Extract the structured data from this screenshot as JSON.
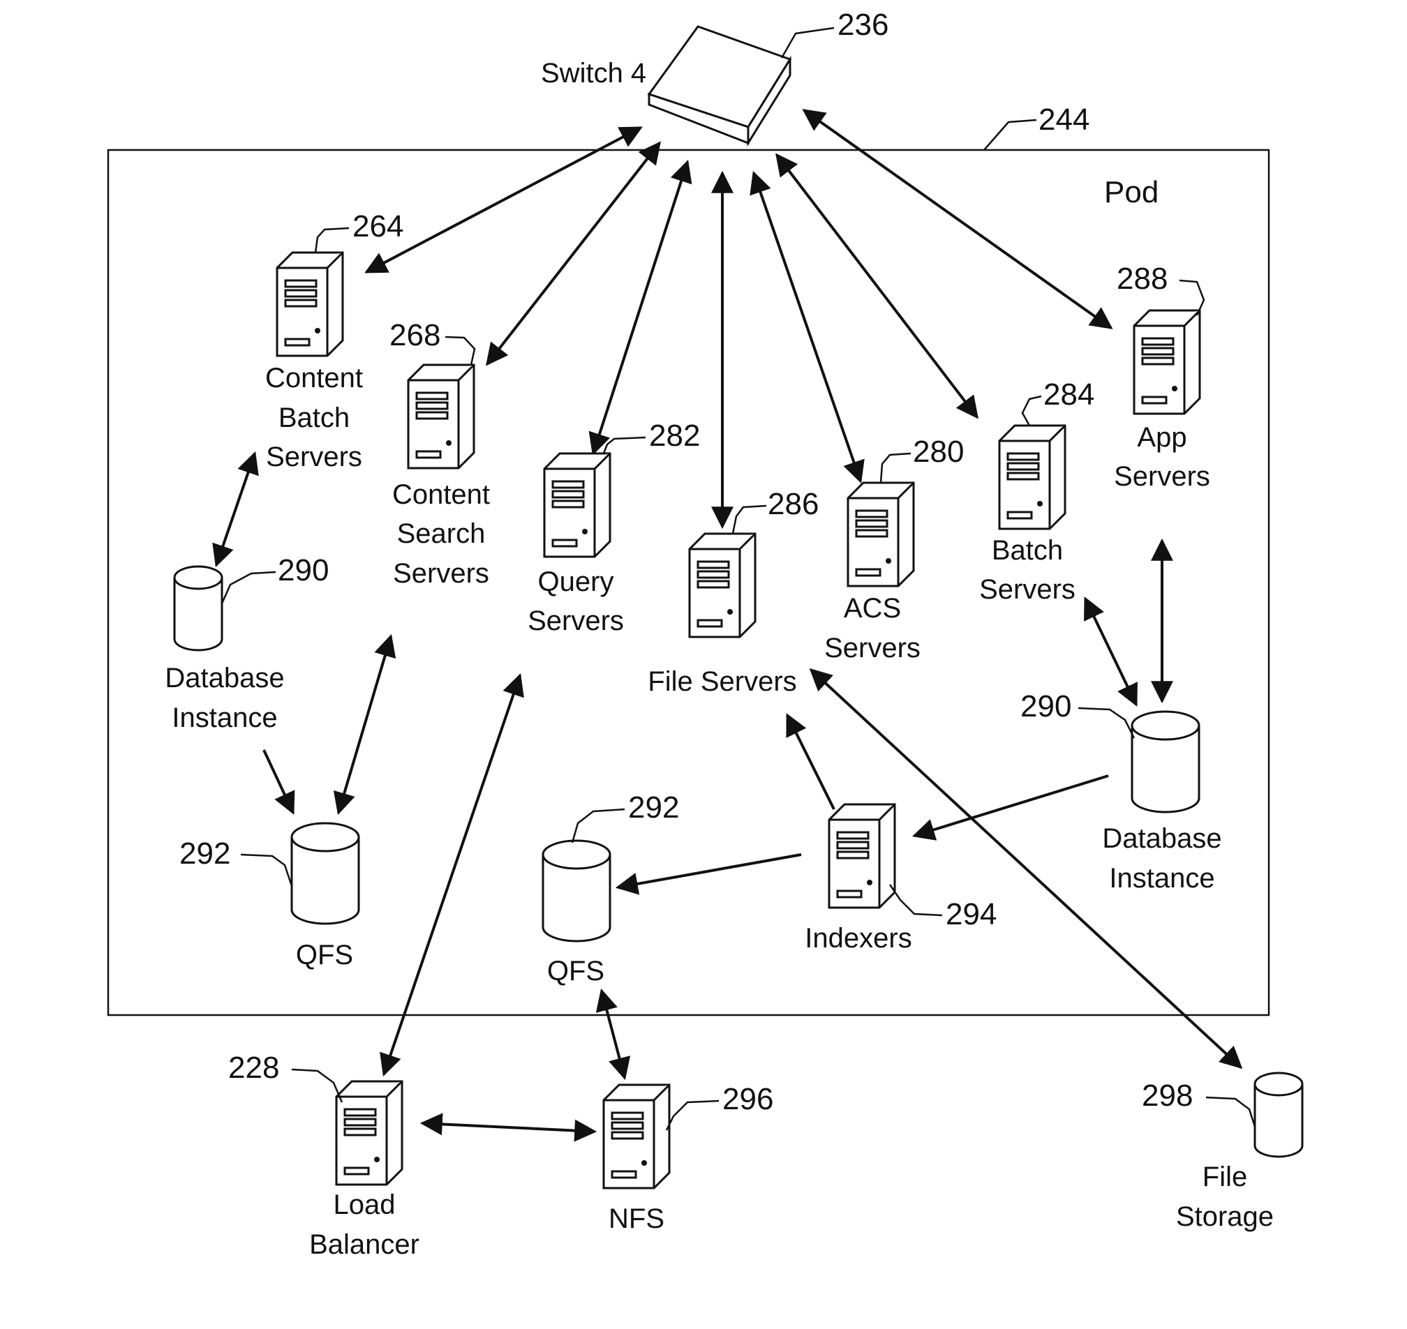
{
  "labels": {
    "switch": "Switch 4",
    "pod": "Pod",
    "content_batch_1": "Content",
    "content_batch_2": "Batch",
    "content_batch_3": "Servers",
    "content_search_1": "Content",
    "content_search_2": "Search",
    "content_search_3": "Servers",
    "query_1": "Query",
    "query_2": "Servers",
    "file_servers": "File Servers",
    "acs_1": "ACS",
    "acs_2": "Servers",
    "batch_1": "Batch",
    "batch_2": "Servers",
    "app_1": "App",
    "app_2": "Servers",
    "db_left_1": "Database",
    "db_left_2": "Instance",
    "db_right_1": "Database",
    "db_right_2": "Instance",
    "qfs_left": "QFS",
    "qfs_center": "QFS",
    "indexers": "Indexers",
    "load_balancer_1": "Load",
    "load_balancer_2": "Balancer",
    "nfs": "NFS",
    "file_storage_1": "File",
    "file_storage_2": "Storage"
  },
  "refs": {
    "switch": "236",
    "pod": "244",
    "content_batch": "264",
    "content_search": "268",
    "query": "282",
    "file_servers": "286",
    "acs": "280",
    "batch": "284",
    "app": "288",
    "db_left": "290",
    "db_right": "290",
    "qfs_left": "292",
    "qfs_center": "292",
    "indexers": "294",
    "load_balancer": "228",
    "nfs": "296",
    "file_storage": "298"
  }
}
